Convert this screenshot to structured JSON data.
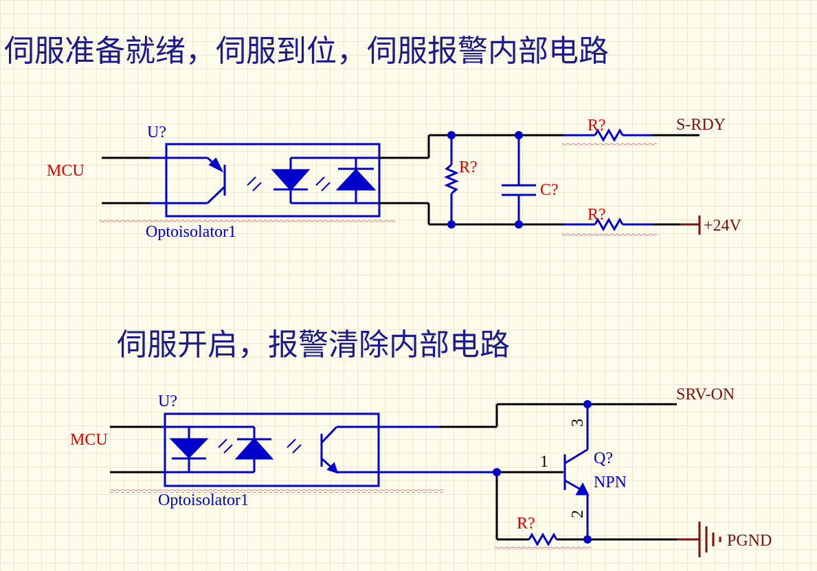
{
  "top": {
    "heading": "伺服准备就绪，伺服到位，伺服报警内部电路",
    "mcu": "MCU",
    "u": "U?",
    "opto": "Optoisolator1",
    "r1": "R?",
    "r_shunt": "R?",
    "r2": "R?",
    "cap": "C?",
    "net_rdy": "S-RDY",
    "net_24v": "+24V"
  },
  "bottom": {
    "heading": "伺服开启，报警清除内部电路",
    "mcu": "MCU",
    "u": "U?",
    "opto": "Optoisolator1",
    "net_on": "SRV-ON",
    "q": "Q?",
    "npn": "NPN",
    "pin1": "1",
    "pin2": "2",
    "pin3": "3",
    "r": "R?",
    "net_gnd": "PGND"
  },
  "colors": {
    "wire": "#0000cc",
    "label": "#e00000",
    "net": "#7a1010",
    "heading": "#1b1b8c"
  }
}
